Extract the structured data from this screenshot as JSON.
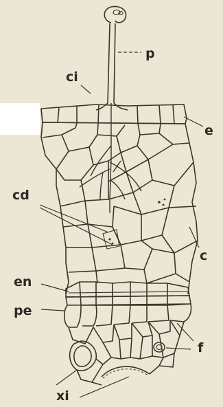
{
  "colors": {
    "paper": "#ece6d4",
    "ink": "#3a342c"
  },
  "labels": {
    "p": "p",
    "ci": "ci",
    "e": "e",
    "cd": "cd",
    "c": "c",
    "en": "en",
    "pe": "pe",
    "f": "f",
    "xi": "xi"
  }
}
